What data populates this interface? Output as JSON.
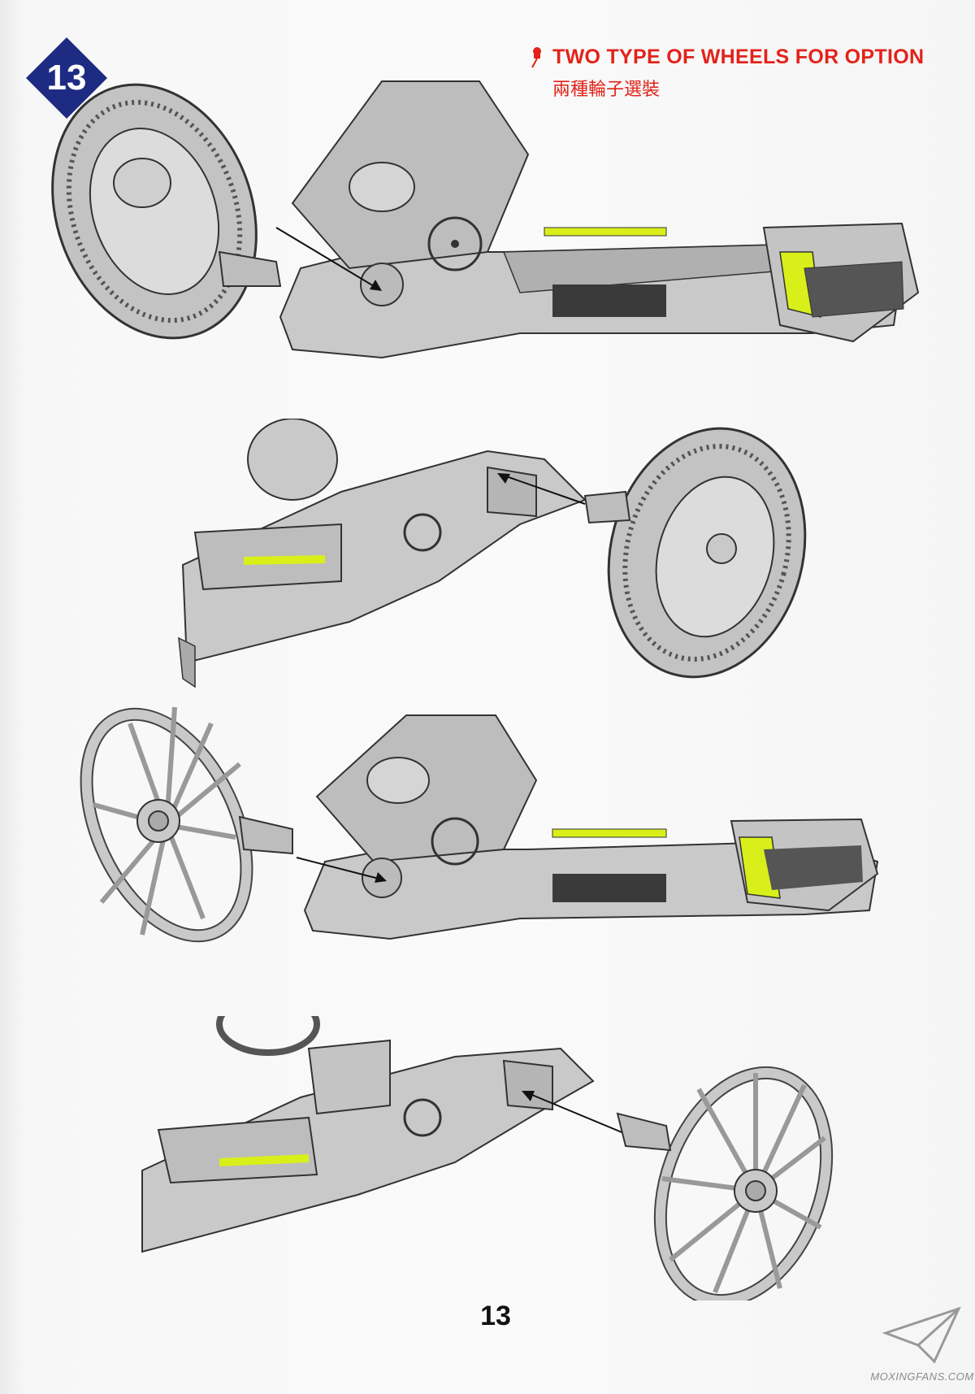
{
  "step": {
    "number": "13"
  },
  "note": {
    "title_en": "TWO TYPE OF WHEELS FOR OPTION",
    "title_zh": "兩種輪子選裝"
  },
  "figures": [
    {
      "wheel": "pneumatic tire wheel",
      "view": "left side"
    },
    {
      "wheel": "pneumatic tire wheel",
      "view": "right side close-up"
    },
    {
      "wheel": "spoked wooden wheel",
      "view": "left side"
    },
    {
      "wheel": "spoked wooden wheel",
      "view": "right side close-up"
    }
  ],
  "page_number": "13",
  "watermark": {
    "text": "MOXINGFANS.COM"
  },
  "colors": {
    "step_badge": "#1e2b83",
    "note_text": "#e2231a",
    "part_gray": "#c9c9c9",
    "highlight_yellow": "#d9ef1a"
  }
}
